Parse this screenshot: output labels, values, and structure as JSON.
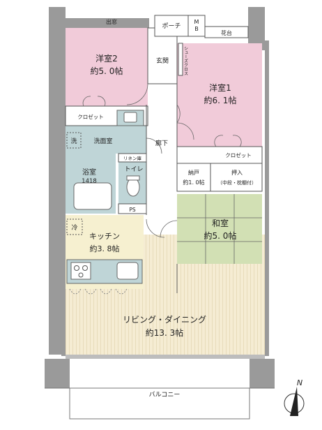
{
  "rooms": {
    "demado": "出窓",
    "porch": "ポーチ",
    "mb": "M\nB",
    "hanadai": "花台",
    "yoshitsu2_name": "洋室2",
    "yoshitsu2_size": "約5. 0帖",
    "genkan": "玄関",
    "shoes_closet": "シューズクロス",
    "yoshitsu1_name": "洋室1",
    "yoshitsu1_size": "約6. 1帖",
    "closet_left": "クロゼット",
    "closet_right": "クロゼット",
    "sen": "洗",
    "senmenshitsu": "洗面室",
    "roka": "廊下",
    "linenko": "リネン庫",
    "nando_name": "納戸",
    "nando_size": "約1. 0帖",
    "oshiire": "押入",
    "oshiire_note": "（中段・枕棚付）",
    "yokushitsu": "浴室",
    "yokushitsu_size": "1418",
    "toilet": "トイレ",
    "ps": "PS",
    "rei": "冷",
    "kitchen_name": "キッチン",
    "kitchen_size": "約3. 8帖",
    "washitsu_name": "和室",
    "washitsu_size": "約5. 0帖",
    "living_name": "リビング・ダイニング",
    "living_size": "約13. 3帖",
    "balcony": "バルコニー",
    "north": "N"
  },
  "colors": {
    "western_room": "#f1cbd9",
    "wet_area": "#bfd5d7",
    "kitchen": "#f6f0d0",
    "living": "#f5ecd3",
    "tatami": "#d2e0b4",
    "wall": "#9a9a9a"
  }
}
